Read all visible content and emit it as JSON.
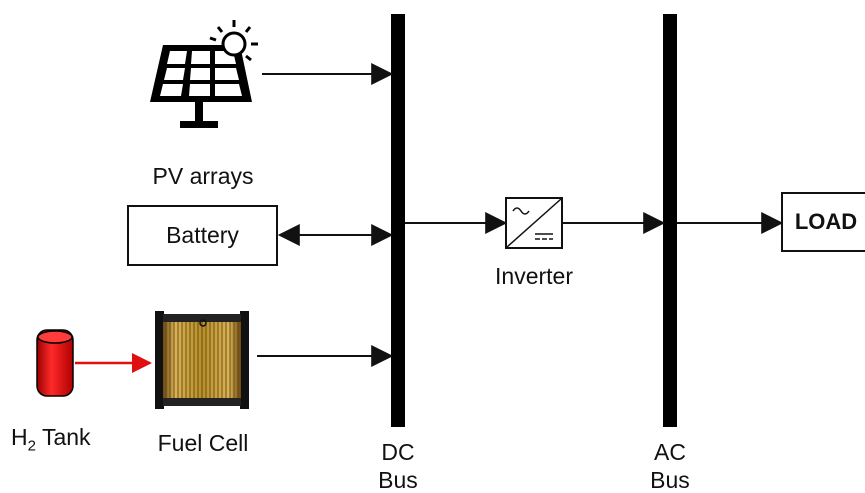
{
  "labels": {
    "pv": "PV arrays",
    "battery": "Battery",
    "h2_prefix": "H",
    "h2_sub": "2",
    "h2_suffix": " Tank",
    "fuel_cell": "Fuel Cell",
    "inverter": "Inverter",
    "dc_line1": "DC",
    "dc_line2": "Bus",
    "ac_line1": "AC",
    "ac_line2": "Bus",
    "load": "LOAD"
  },
  "colors": {
    "line": "#111111",
    "h2_tank": "#e8101a",
    "h2_arrow": "#e01010",
    "fuel_cell_coil": "#b8902a"
  },
  "icons": [
    "solar-panel-icon",
    "sun-icon",
    "hydrogen-tank-icon",
    "fuel-cell-icon",
    "inverter-icon"
  ]
}
